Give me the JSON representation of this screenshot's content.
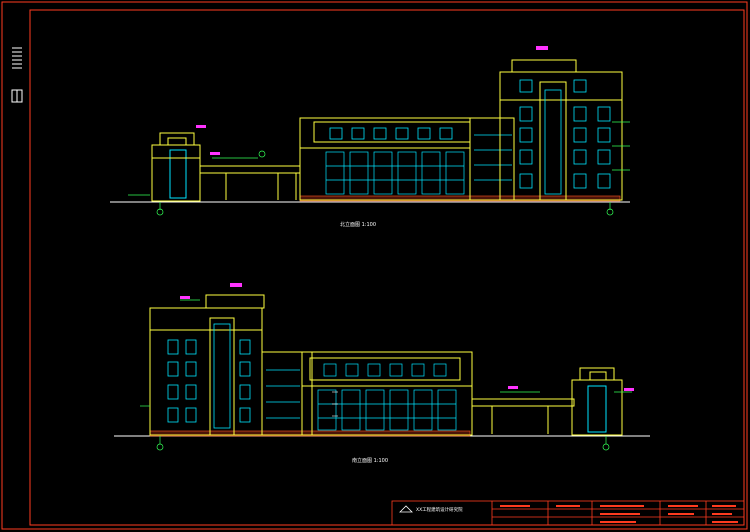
{
  "drawing": {
    "north_elevation_caption": "北立面图 1:100",
    "south_elevation_caption": "南立面图 1:100"
  },
  "title_block": {
    "institute_name": "XX工程建筑设计研究院"
  },
  "colors": {
    "background": "#000000",
    "frame": "#ff3b1f",
    "building_line": "#ffff40",
    "glazing": "#00e5ff",
    "annotation": "#33ff55",
    "level_tag": "#ff33ff",
    "ground": "#ffffff",
    "hatch": "#ff5522"
  }
}
